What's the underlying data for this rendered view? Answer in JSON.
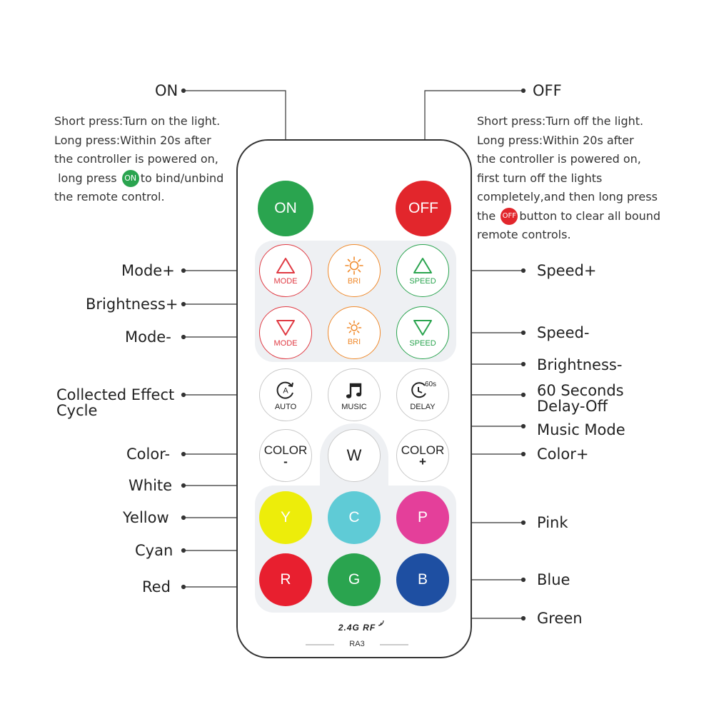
{
  "labels": {
    "on": "ON",
    "off": "OFF",
    "mode_plus": "Mode+",
    "brightness_plus": "Brightness+",
    "mode_minus": "Mode-",
    "collected_effect_1": "Collected Effect",
    "collected_effect_2": "Cycle",
    "color_minus": "Color-",
    "white": "White",
    "yellow": "Yellow",
    "cyan": "Cyan",
    "red": "Red",
    "speed_plus": "Speed+",
    "speed_minus": "Speed-",
    "brightness_minus": "Brightness-",
    "delay_1": "60 Seconds",
    "delay_2": "Delay-Off",
    "music_mode": "Music Mode",
    "color_plus": "Color+",
    "pink": "Pink",
    "blue": "Blue",
    "green": "Green"
  },
  "on_desc": {
    "line1": "Short press:Turn on the light.",
    "line2": "Long press:Within 20s after",
    "line3": "the controller is powered on,",
    "line4_pre": "long press",
    "line4_icon": "ON",
    "line4_post": "to bind/unbind",
    "line5": "the remote control."
  },
  "off_desc": {
    "line1": "Short press:Turn off the light.",
    "line2": "Long press:Within 20s after",
    "line3": "the controller is powered on,",
    "line4": "first turn off the lights",
    "line5": "completely,and then long press",
    "line6_pre": "the",
    "line6_icon": "OFF",
    "line6_post": "button to clear all bound",
    "line7": "remote controls."
  },
  "remote": {
    "on_button": "ON",
    "off_button": "OFF",
    "mode_up_sub": "MODE",
    "bri_up_sub": "BRI",
    "speed_up_sub": "SPEED",
    "mode_down_sub": "MODE",
    "bri_down_sub": "BRI",
    "speed_down_sub": "SPEED",
    "auto_icon_letter": "A",
    "auto_sub": "AUTO",
    "music_sub": "MUSIC",
    "delay_icon_text": "60s",
    "delay_sub": "DELAY",
    "color_minus_text": "COLOR",
    "color_minus_sign": "-",
    "white_text": "W",
    "color_plus_text": "COLOR",
    "color_plus_sign": "+",
    "y": "Y",
    "c": "C",
    "p": "P",
    "r": "R",
    "g": "G",
    "b": "B",
    "brand": "2.4G RF",
    "model": "RA3"
  },
  "colors": {
    "on": "#2aa44f",
    "off": "#e2262c",
    "mode": "#e03a43",
    "bri": "#f08a2c",
    "speed": "#2aa44f",
    "yellow": "#eded0a",
    "cyan": "#5fcbd6",
    "pink": "#e43f9a",
    "red": "#e81f2f",
    "green": "#2aa44f",
    "blue": "#1e4fa2"
  }
}
